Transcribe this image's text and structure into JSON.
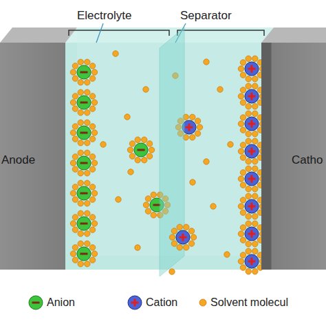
{
  "diagram": {
    "nodes": [
      {
        "text": [
          "Anode"
        ]
      },
      {
        "text": [
          "Catho"
        ]
      }
    ],
    "labels": [
      "Electrolyte",
      "Separator"
    ],
    "legend": [
      {
        "text": "Anion"
      },
      {
        "text": "Cation"
      },
      {
        "text": "Solvent molecul"
      }
    ]
  }
}
